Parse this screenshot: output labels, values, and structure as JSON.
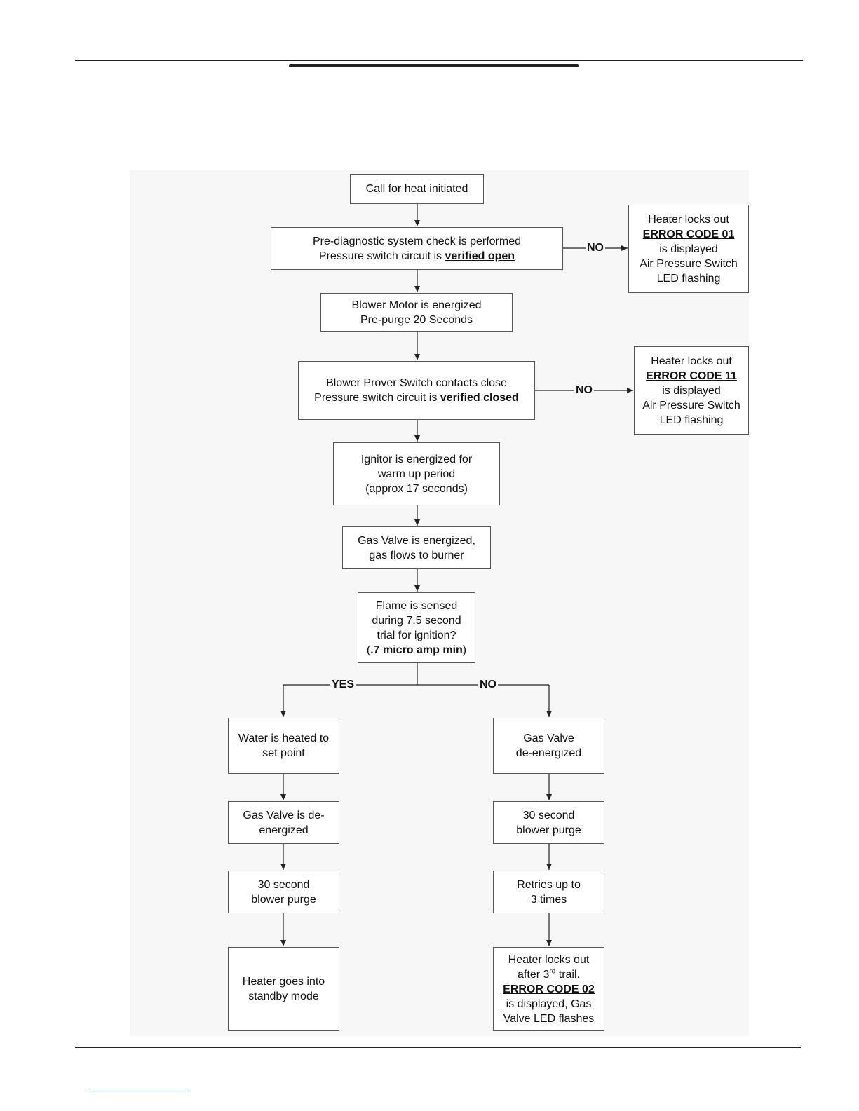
{
  "flowchart": {
    "start": "Call for heat initiated",
    "precheck": {
      "line1": "Pre-diagnostic system check is performed",
      "line2_prefix": "Pressure switch circuit is ",
      "line2_emph": "verified open"
    },
    "precheck_fail": {
      "line1": "Heater locks out",
      "code": "ERROR CODE 01",
      "line3": "is displayed",
      "line4": "Air Pressure Switch",
      "line5": "LED flashing"
    },
    "blower": {
      "line1": "Blower Motor is energized",
      "line2": "Pre-purge 20 Seconds"
    },
    "prover": {
      "line1": "Blower Prover Switch contacts close",
      "line2_prefix": "Pressure switch circuit is ",
      "line2_emph": "verified closed"
    },
    "prover_fail": {
      "line1": "Heater locks out",
      "code": "ERROR CODE 11",
      "line3": "is displayed",
      "line4": "Air Pressure Switch",
      "line5": "LED flashing"
    },
    "ignitor": {
      "line1": "Ignitor is energized for",
      "line2": "warm up period",
      "line3": "(approx 17 seconds)"
    },
    "gas_valve_on": {
      "line1": "Gas Valve is energized,",
      "line2": "gas flows to burner"
    },
    "flame_check": {
      "line1": "Flame is sensed",
      "line2": "during 7.5 second",
      "line3": "trial for ignition?",
      "line4_open": "(",
      "line4_bold": ".7 micro amp min",
      "line4_close": ")"
    },
    "yes_branch": {
      "heated": {
        "line1": "Water is heated to",
        "line2": "set point"
      },
      "valve_off": {
        "line1": "Gas Valve is de-",
        "line2": "energized"
      },
      "purge": {
        "line1": "30 second",
        "line2": "blower purge"
      },
      "standby": {
        "line1": "Heater goes into",
        "line2": "standby mode"
      }
    },
    "no_branch": {
      "valve_off": {
        "line1": "Gas Valve",
        "line2": "de-energized"
      },
      "purge": {
        "line1": "30 second",
        "line2": "blower purge"
      },
      "retries": {
        "line1": "Retries up to",
        "line2": "3 times"
      },
      "lockout": {
        "line1": "Heater locks out",
        "line2_pre": "after 3",
        "line2_sup": "rd",
        "line2_post": " trail.",
        "code": "ERROR CODE 02",
        "line4": "is displayed, Gas",
        "line5": "Valve LED flashes"
      }
    },
    "edge_labels": {
      "no_1": "NO",
      "no_2": "NO",
      "yes": "YES",
      "no_3": "NO"
    }
  }
}
